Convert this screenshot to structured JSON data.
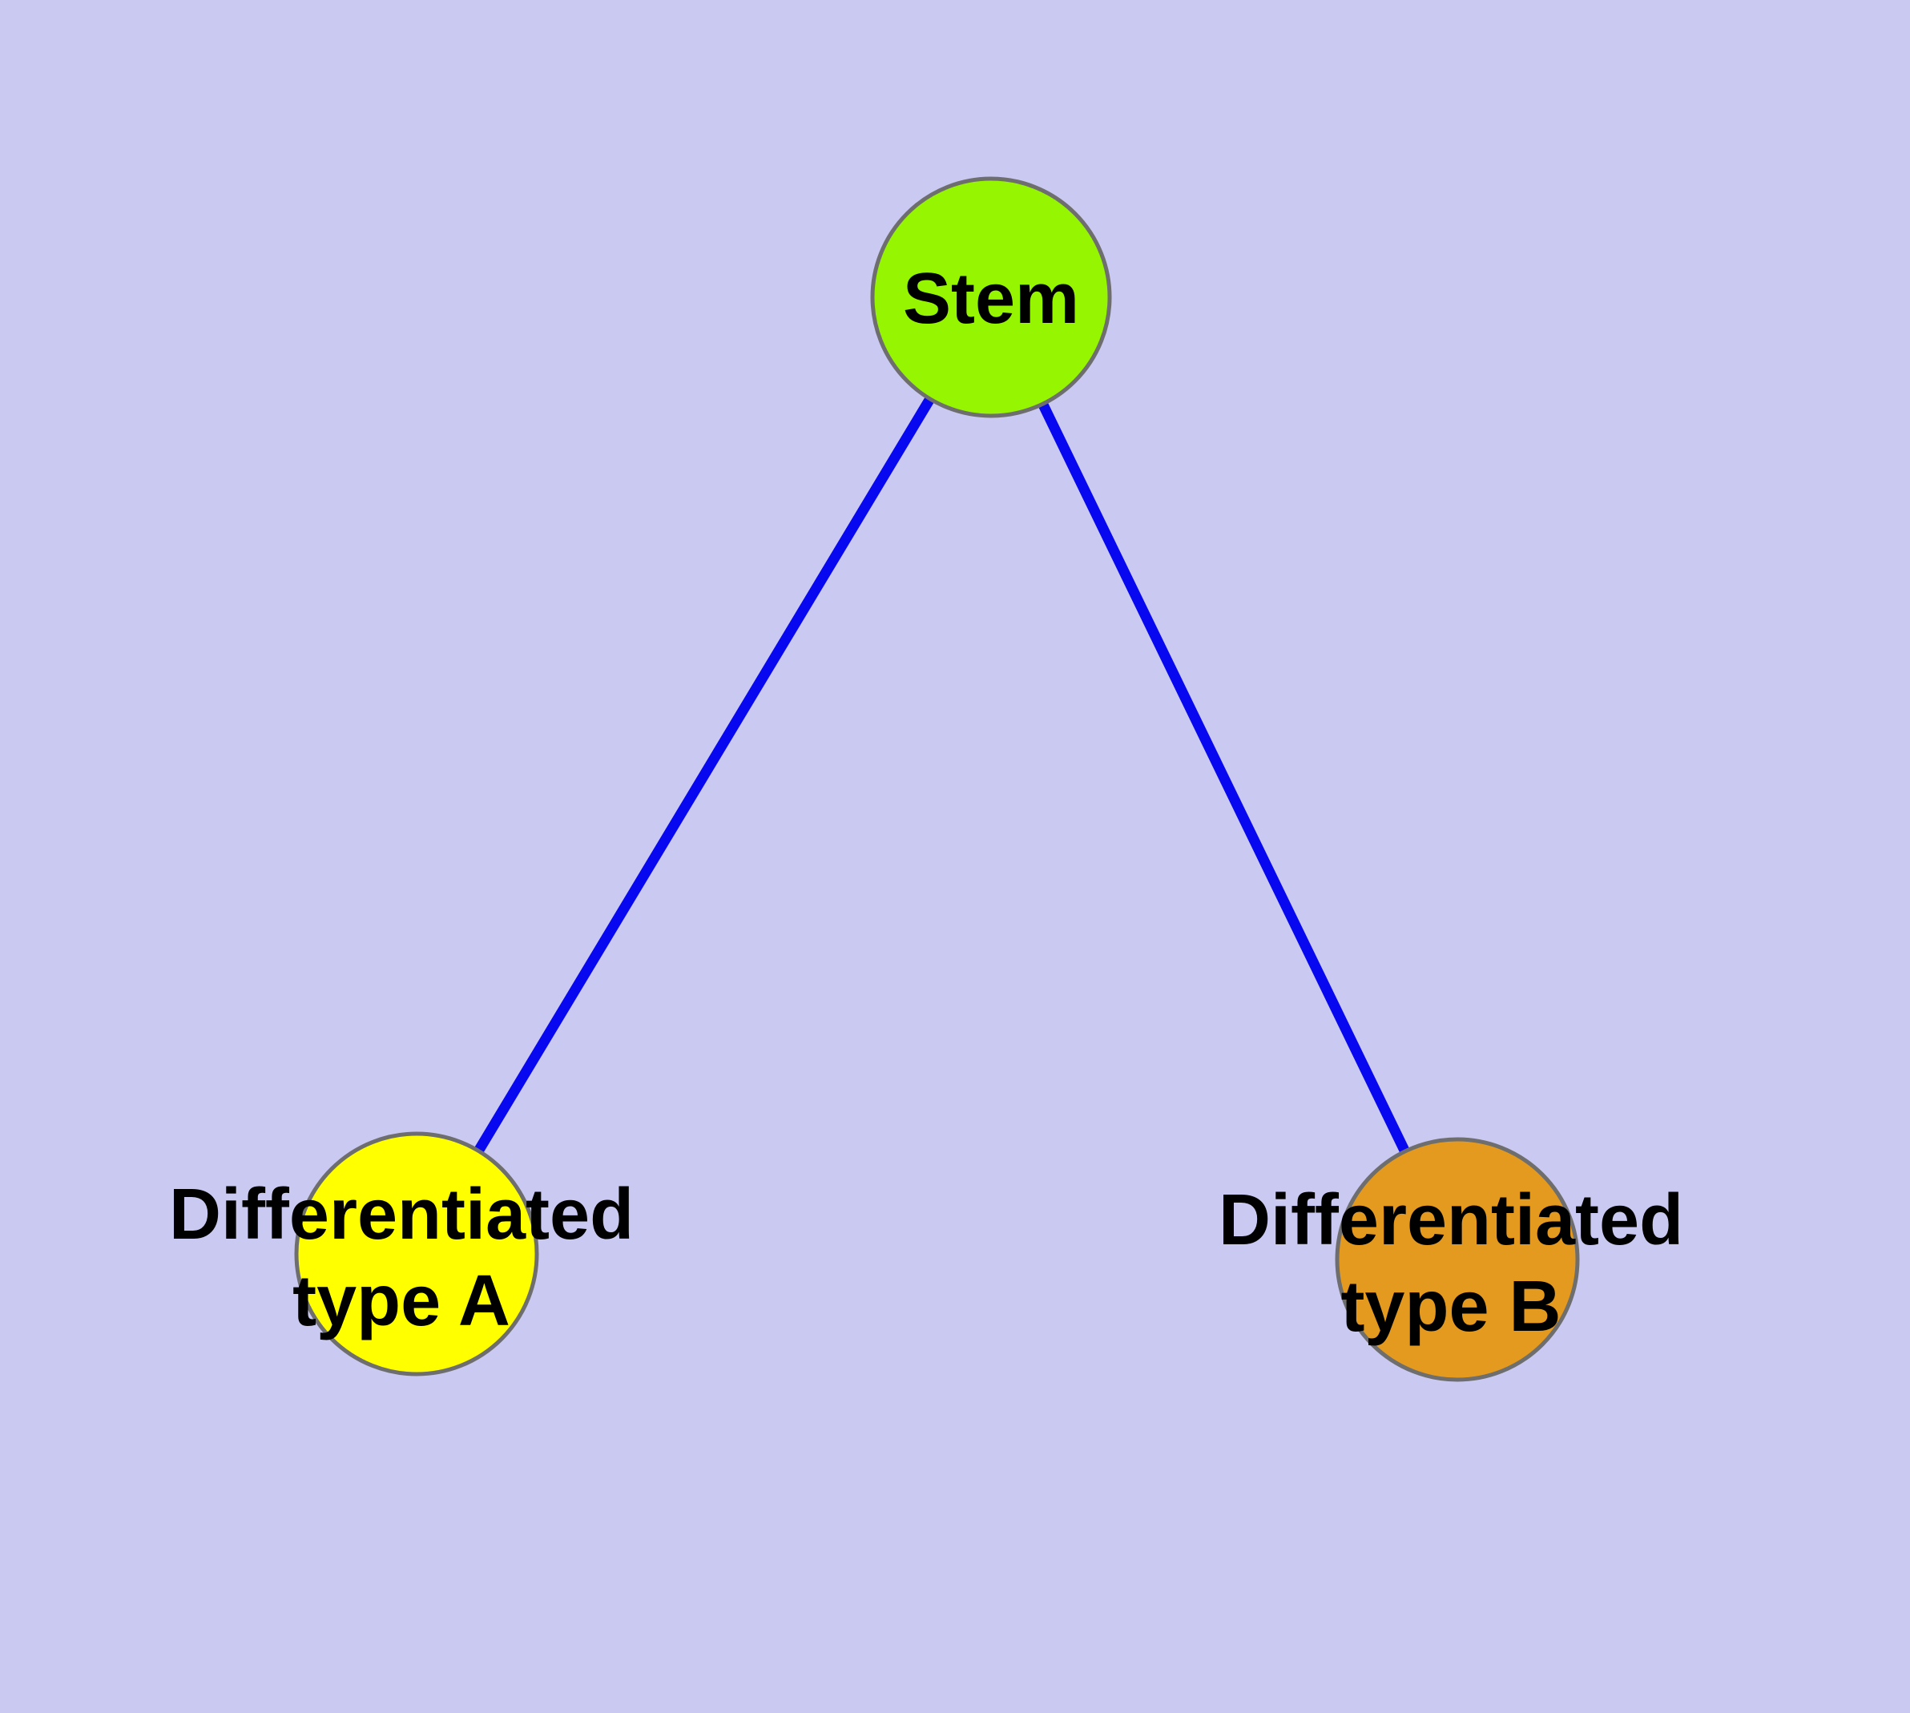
{
  "diagram": {
    "background_color": "#C9C9F2",
    "edge_color": "#0808F0",
    "node_border_color": "#6E6E6E",
    "nodes": [
      {
        "id": "stem",
        "fill": "#96F500",
        "lines": [
          "Stem"
        ]
      },
      {
        "id": "type-a",
        "fill": "#FFFF00",
        "lines": [
          "Differentiated",
          "type A"
        ]
      },
      {
        "id": "type-b",
        "fill": "#E49A1E",
        "lines": [
          "Differentiated",
          "type B"
        ]
      }
    ],
    "edges": [
      {
        "from": "Stem",
        "to": "Differentiated type A"
      },
      {
        "from": "Stem",
        "to": "Differentiated type B"
      }
    ]
  }
}
